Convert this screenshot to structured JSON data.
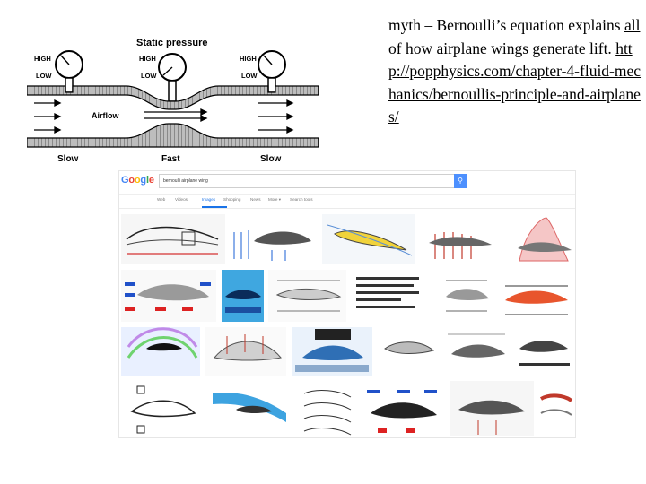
{
  "diagram": {
    "title": "Static pressure",
    "high": "HIGH",
    "low": "LOW",
    "airflow": "Airflow",
    "slow_left": "Slow",
    "fast": "Fast",
    "slow_right": "Slow"
  },
  "caption": {
    "prefix": "myth – Bernoulli’s equation explains ",
    "emphasis": "all",
    "suffix": " of how airplane wings generate lift.",
    "link": "http://popphysics.com/chapter-4-fluid-mechanics/bernoullis-principle-and-airplanes/"
  },
  "google": {
    "logo": "Google",
    "query": "bernoulli airplane wing",
    "tabs": [
      "Web",
      "Videos",
      "Images",
      "Shopping",
      "News",
      "More ▾",
      "Search tools"
    ],
    "active_tab": "Images",
    "accent": "#1a73e8"
  }
}
